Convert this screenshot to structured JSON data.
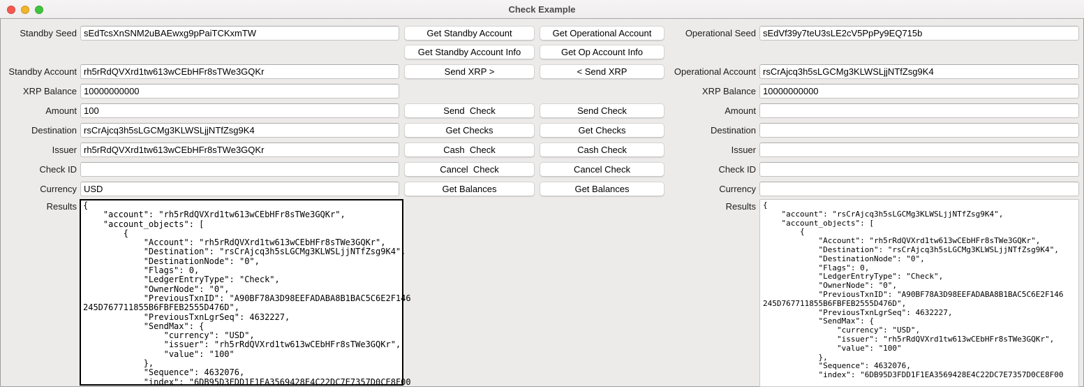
{
  "window": {
    "title": "Check Example"
  },
  "colors": {
    "close_button": "#f5594e",
    "minimize_button": "#f3b32a",
    "zoom_button": "#3ec53d",
    "focused_results_border": "#000000",
    "window_background": "#edebea"
  },
  "standby": {
    "fields": [
      {
        "label": "Standby Seed",
        "value": "sEdTcsXnSNM2uBAEwxg9pPaiTCKxmTW"
      },
      {
        "label": "Standby Account",
        "value": "rh5rRdQVXrd1tw613wCEbHFr8sTWe3GQKr"
      },
      {
        "label": "XRP Balance",
        "value": "10000000000"
      },
      {
        "label": "Amount",
        "value": "100"
      },
      {
        "label": "Destination",
        "value": "rsCrAjcq3h5sLGCMg3KLWSLjjNTfZsg9K4"
      },
      {
        "label": "Issuer",
        "value": "rh5rRdQVXrd1tw613wCEbHFr8sTWe3GQKr"
      },
      {
        "label": "Check ID",
        "value": ""
      },
      {
        "label": "Currency",
        "value": "USD"
      }
    ],
    "buttons": [
      "Get Standby Account",
      "Get Standby Account Info",
      "Send XRP >",
      "Send  Check",
      "Get Checks",
      "Cash  Check",
      "Cancel  Check",
      "Get Balances"
    ],
    "results_label": "Results",
    "results": "{\n    \"account\": \"rh5rRdQVXrd1tw613wCEbHFr8sTWe3GQKr\",\n    \"account_objects\": [\n        {\n            \"Account\": \"rh5rRdQVXrd1tw613wCEbHFr8sTWe3GQKr\",\n            \"Destination\": \"rsCrAjcq3h5sLGCMg3KLWSLjjNTfZsg9K4\",\n            \"DestinationNode\": \"0\",\n            \"Flags\": 0,\n            \"LedgerEntryType\": \"Check\",\n            \"OwnerNode\": \"0\",\n            \"PreviousTxnID\": \"A90BF78A3D98EEFADABA8B1BAC5C6E2F146\n245D767711855B6FBFEB2555D476D\",\n            \"PreviousTxnLgrSeq\": 4632227,\n            \"SendMax\": {\n                \"currency\": \"USD\",\n                \"issuer\": \"rh5rRdQVXrd1tw613wCEbHFr8sTWe3GQKr\",\n                \"value\": \"100\"\n            },\n            \"Sequence\": 4632076,\n            \"index\": \"6DB95D3FDD1F1EA3569428E4C22DC7E7357D0CE8F00"
  },
  "operational": {
    "fields": [
      {
        "label": "Operational Seed",
        "value": "sEdVf39y7teU3sLE2cV5PpPy9EQ715b"
      },
      {
        "label": "Operational Account",
        "value": "rsCrAjcq3h5sLGCMg3KLWSLjjNTfZsg9K4"
      },
      {
        "label": "XRP Balance",
        "value": "10000000000"
      },
      {
        "label": "Amount",
        "value": ""
      },
      {
        "label": "Destination",
        "value": ""
      },
      {
        "label": "Issuer",
        "value": ""
      },
      {
        "label": "Check ID",
        "value": ""
      },
      {
        "label": "Currency",
        "value": ""
      }
    ],
    "buttons": [
      "Get Operational Account",
      "Get Op Account Info",
      "< Send XRP",
      "Send Check",
      "Get Checks",
      "Cash Check",
      "Cancel Check",
      "Get Balances"
    ],
    "results_label": "Results",
    "results": "{\n    \"account\": \"rsCrAjcq3h5sLGCMg3KLWSLjjNTfZsg9K4\",\n    \"account_objects\": [\n        {\n            \"Account\": \"rh5rRdQVXrd1tw613wCEbHFr8sTWe3GQKr\",\n            \"Destination\": \"rsCrAjcq3h5sLGCMg3KLWSLjjNTfZsg9K4\",\n            \"DestinationNode\": \"0\",\n            \"Flags\": 0,\n            \"LedgerEntryType\": \"Check\",\n            \"OwnerNode\": \"0\",\n            \"PreviousTxnID\": \"A90BF78A3D98EEFADABA8B1BAC5C6E2F146\n245D767711855B6FBFEB2555D476D\",\n            \"PreviousTxnLgrSeq\": 4632227,\n            \"SendMax\": {\n                \"currency\": \"USD\",\n                \"issuer\": \"rh5rRdQVXrd1tw613wCEbHFr8sTWe3GQKr\",\n                \"value\": \"100\"\n            },\n            \"Sequence\": 4632076,\n            \"index\": \"6DB95D3FDD1F1EA3569428E4C22DC7E7357D0CE8F00"
  }
}
